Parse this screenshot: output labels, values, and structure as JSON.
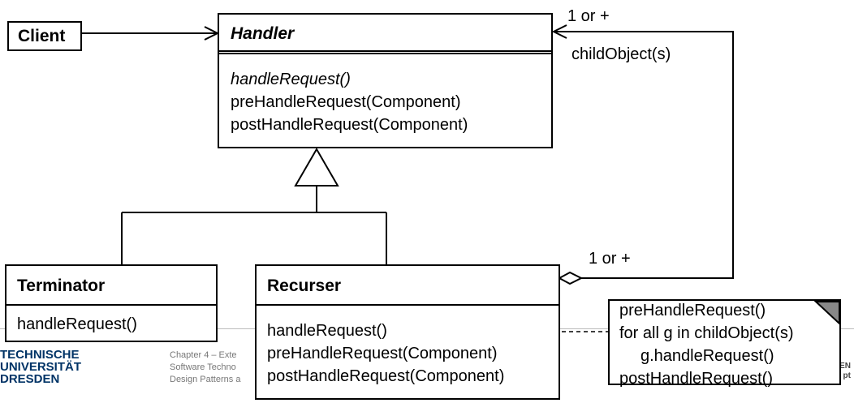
{
  "classes": {
    "client": {
      "name": "Client"
    },
    "handler": {
      "name": "Handler",
      "methods": [
        "handleRequest()",
        "preHandleRequest(Component)",
        "postHandleRequest(Component)"
      ]
    },
    "terminator": {
      "name": "Terminator",
      "methods": [
        "handleRequest()"
      ]
    },
    "recurser": {
      "name": "Recurser",
      "methods": [
        "handleRequest()",
        "preHandleRequest(Component)",
        "postHandleRequest(Component)"
      ]
    }
  },
  "associations": {
    "top_multiplicity": "1 or +",
    "role": "childObject(s)",
    "bottom_multiplicity": "1 or +"
  },
  "note": {
    "lines": [
      "preHandleRequest()",
      "for all g in childObject(s)",
      "g.handleRequest()",
      "postHandleRequest()"
    ]
  },
  "footer": {
    "logo_lines": [
      "TECHNISCHE",
      "UNIVERSITÄT",
      "DRESDEN"
    ],
    "text_lines": [
      "Chapter 4 – Exte",
      "Software Techno",
      "Design Patterns a"
    ],
    "right_lines": [
      "EN",
      "pt"
    ]
  },
  "colors": {
    "line": "#000000",
    "fold": "#888888",
    "logo": "#003366"
  }
}
